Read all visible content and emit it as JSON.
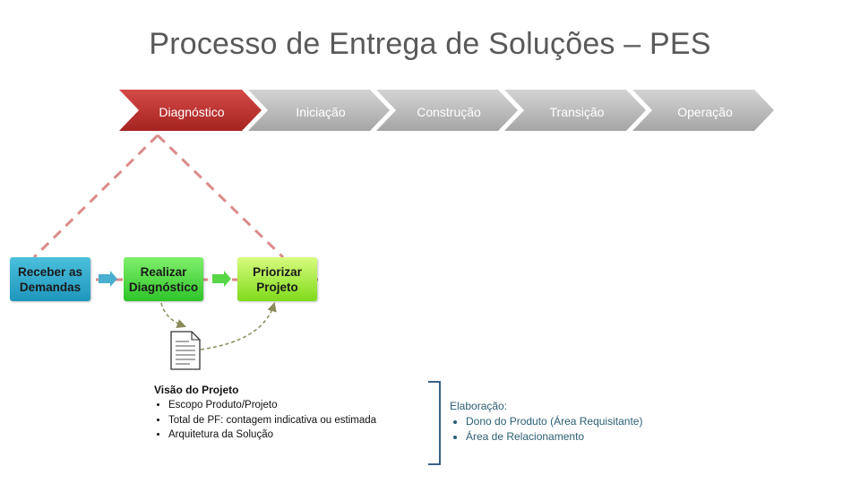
{
  "title": "Processo de Entrega de Soluções – PES",
  "phases": [
    {
      "label": "Diagnóstico",
      "active": true
    },
    {
      "label": "Iniciação",
      "active": false
    },
    {
      "label": "Construção",
      "active": false
    },
    {
      "label": "Transição",
      "active": false
    },
    {
      "label": "Operação",
      "active": false
    }
  ],
  "steps": [
    {
      "label": "Receber as\nDemandas"
    },
    {
      "label": "Realizar\nDiagnóstico"
    },
    {
      "label": "Priorizar\nProjeto"
    }
  ],
  "artifact": {
    "icon": "document-icon",
    "title": "Visão do Projeto",
    "items": [
      "Escopo Produto/Projeto",
      "Total de PF: contagem indicativa ou estimada",
      "Arquitetura da Solução"
    ]
  },
  "elaboration": {
    "label": "Elaboração:",
    "items": [
      "Dono do Produto (Área Requisitante)",
      "Área de Relacionamento"
    ]
  },
  "colors": {
    "active_phase": "#c0312f",
    "inactive_phase": "#b3b3b3",
    "zoom_lines": "#d98c8a",
    "receive": "#2aa3cc",
    "diagnose": "#3fd13a",
    "prioritize": "#9be232",
    "flow_dashed": "#8a8a5a",
    "bracket": "#1f4e79"
  }
}
